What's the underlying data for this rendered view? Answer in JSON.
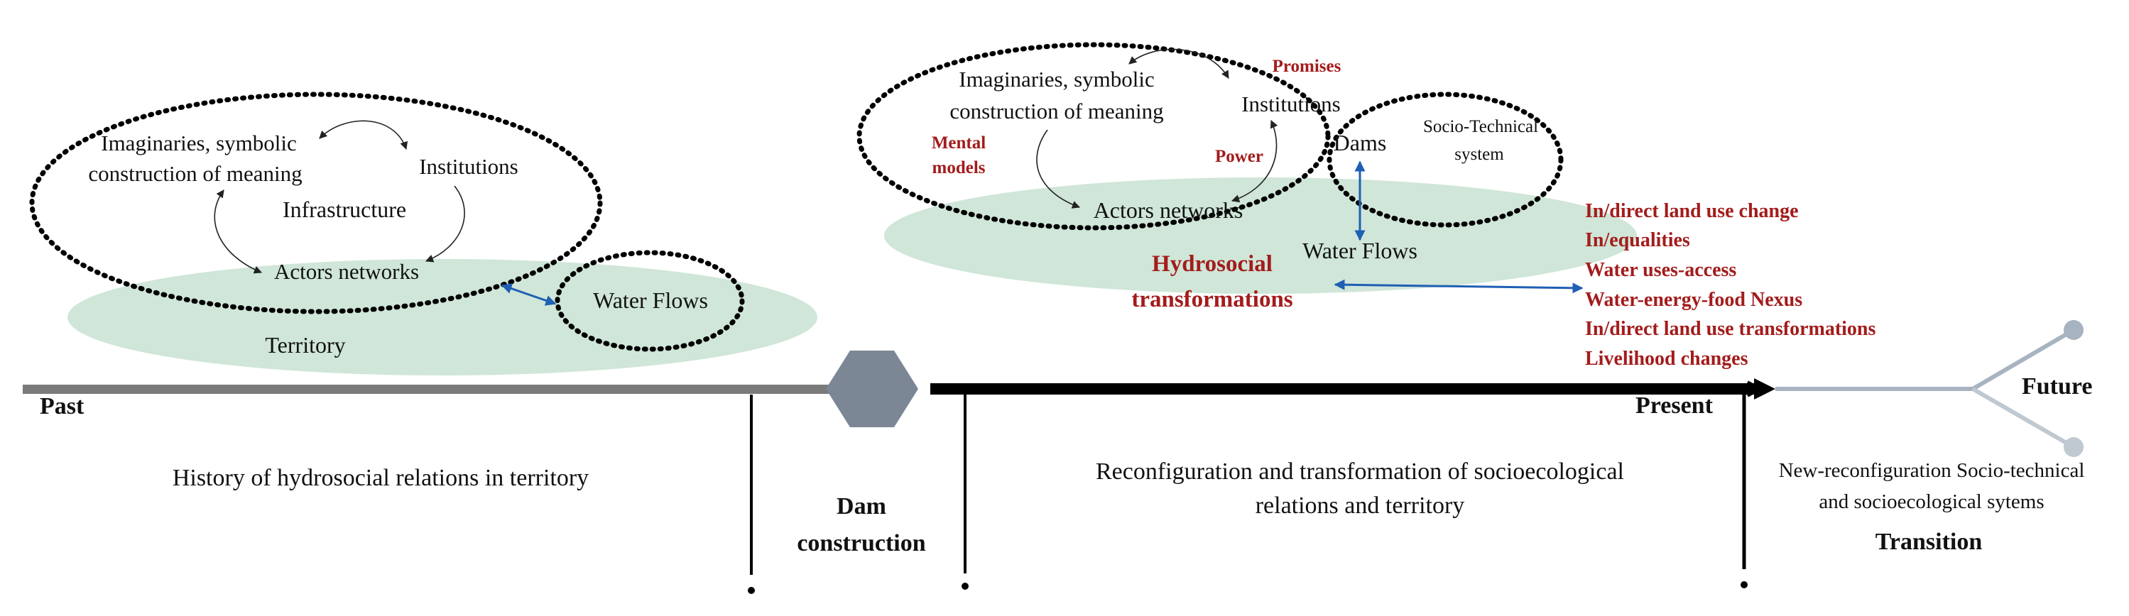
{
  "colors": {
    "territory_fill": "#cfe6d8",
    "accent_red": "#a31c1c",
    "arrow_blue": "#1f5fb4",
    "timeline_grey": "#7a7a7a",
    "hexagon": "#7b8794",
    "future_light": "#c0c8d2"
  },
  "past_cluster": {
    "imaginaries": "Imaginaries, symbolic",
    "construction": "construction of meaning",
    "institutions": "Institutions",
    "infrastructure": "Infrastructure",
    "actors": "Actors networks",
    "water_flows": "Water Flows",
    "territory": "Territory"
  },
  "present_cluster": {
    "imaginaries": "Imaginaries, symbolic",
    "construction": "construction of meaning",
    "institutions": "Institutions",
    "promises": "Promises",
    "mental_1": "Mental",
    "mental_2": "models",
    "power": "Power",
    "dams": "Dams",
    "socio_1": "Socio-Technical",
    "socio_2": "system",
    "actors": "Actors networks",
    "water_flows": "Water Flows",
    "hydro_1": "Hydrosocial",
    "hydro_2": "transformations"
  },
  "impacts": [
    "In/direct land use change",
    "In/equalities",
    "Water uses-access",
    "Water-energy-food Nexus",
    "In/direct land use transformations",
    "Livelihood changes"
  ],
  "timeline": {
    "past": "Past",
    "present": "Present",
    "future": "Future",
    "dam_1": "Dam",
    "dam_2": "construction",
    "history": "History of hydrosocial relations in territory",
    "reconf_1": "Reconfiguration and transformation of socioecological",
    "reconf_2": "relations and territory",
    "newreconf_1": "New-reconfiguration Socio-technical",
    "newreconf_2": "and socioecological sytems",
    "transition": "Transition"
  }
}
